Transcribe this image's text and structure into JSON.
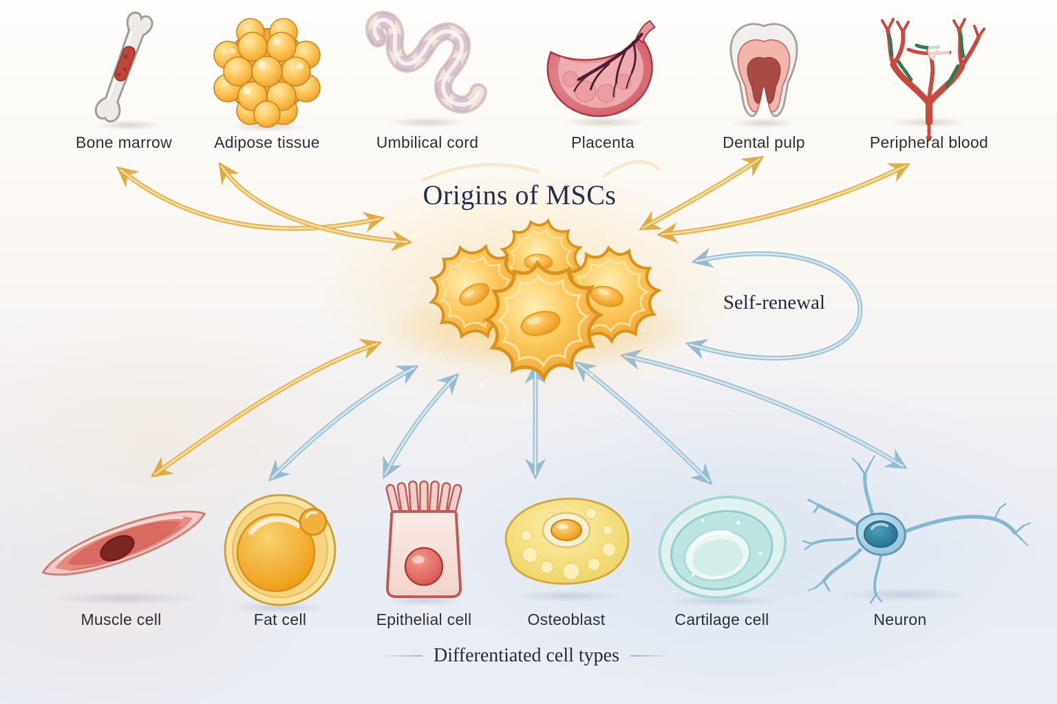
{
  "title": "Origins of MSCs",
  "self_renewal_label": "Self-renewal",
  "caption": "Differentiated cell types",
  "sources": [
    {
      "label": "Bone marrow",
      "icon": "bone-marrow-icon"
    },
    {
      "label": "Adipose tissue",
      "icon": "adipose-tissue-icon"
    },
    {
      "label": "Umbilical cord",
      "icon": "umbilical-cord-icon"
    },
    {
      "label": "Placenta",
      "icon": "placenta-icon"
    },
    {
      "label": "Dental pulp",
      "icon": "dental-pulp-icon"
    },
    {
      "label": "Peripheral blood",
      "icon": "peripheral-blood-icon"
    }
  ],
  "cell_types": [
    {
      "label": "Muscle cell",
      "icon": "muscle-cell-icon"
    },
    {
      "label": "Fat cell",
      "icon": "fat-cell-icon"
    },
    {
      "label": "Epithelial cell",
      "icon": "epithelial-cell-icon"
    },
    {
      "label": "Osteoblast",
      "icon": "osteoblast-icon"
    },
    {
      "label": "Cartilage cell",
      "icon": "cartilage-cell-icon"
    },
    {
      "label": "Neuron",
      "icon": "neuron-icon"
    }
  ],
  "colors": {
    "arrow_gold": "#e7b654",
    "arrow_blue": "#a4c5d5",
    "title_navy": "#232e4d",
    "label_dark": "#2e2e33",
    "msc_gold": "#f6b537"
  }
}
